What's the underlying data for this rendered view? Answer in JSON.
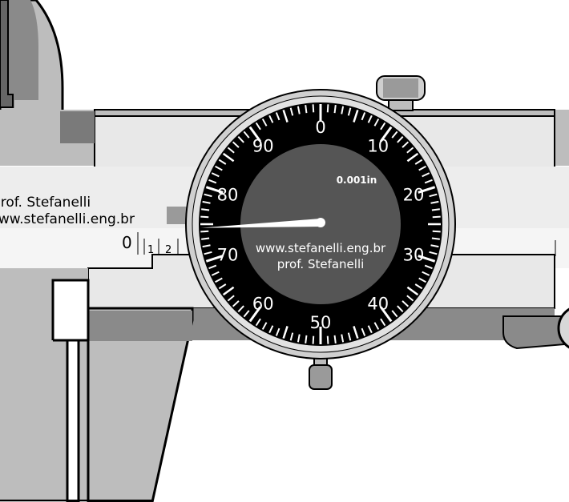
{
  "dial": {
    "numbers": [
      "0",
      "10",
      "20",
      "30",
      "40",
      "50",
      "60",
      "70",
      "80",
      "90"
    ],
    "unit": "0.001in",
    "website": "www.stefanelli.eng.br",
    "author": "prof. Stefanelli",
    "reading_divisions": 74.5
  },
  "beam": {
    "author": "prof. Stefanelli",
    "website": "www.stefanelli.eng.br",
    "zero": "0",
    "scale_numbers": [
      "1",
      "2"
    ]
  },
  "colors": {
    "body_gray": "#bdbdbd",
    "dark_gray": "#808080",
    "dial_face": "#000000",
    "dial_center": "#555555",
    "needle": "#ffffff"
  }
}
